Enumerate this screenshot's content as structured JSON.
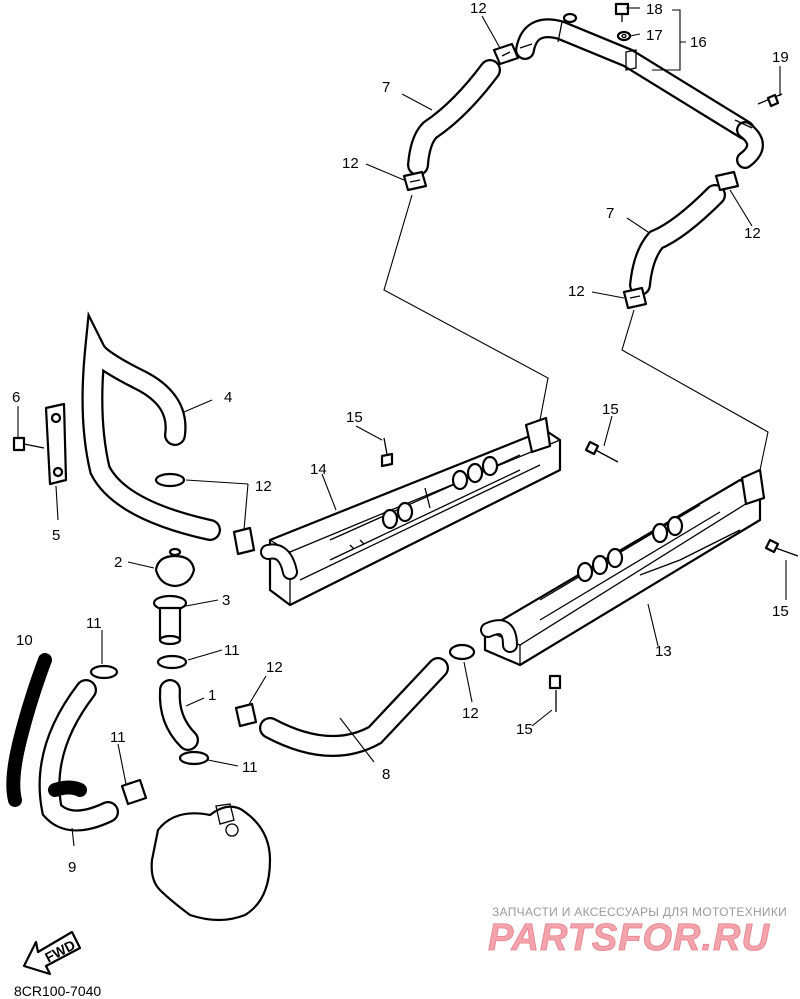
{
  "diagram": {
    "callouts": {
      "c1": "1",
      "c2": "2",
      "c3": "3",
      "c4": "4",
      "c5": "5",
      "c6": "6",
      "c7a": "7",
      "c7b": "7",
      "c8": "8",
      "c9": "9",
      "c10": "10",
      "c11a": "11",
      "c11b": "11",
      "c11c": "11",
      "c11d": "11",
      "c12a": "12",
      "c12b": "12",
      "c12c": "12",
      "c12d": "12",
      "c12e": "12",
      "c12f": "12",
      "c12g": "12",
      "c13": "13",
      "c14": "14",
      "c15a": "15",
      "c15b": "15",
      "c15c": "15",
      "c15d": "15",
      "c16": "16",
      "c17": "17",
      "c18": "18",
      "c19": "19"
    },
    "fwd_label": "FWD",
    "diagram_code": "8CR100-7040"
  },
  "watermark": {
    "tagline": "ЗАПЧАСТИ И АКСЕССУАРЫ ДЛЯ МОТОТЕХНИКИ",
    "logo": "PARTSFOR.RU",
    "color": "#f2a3ab"
  }
}
